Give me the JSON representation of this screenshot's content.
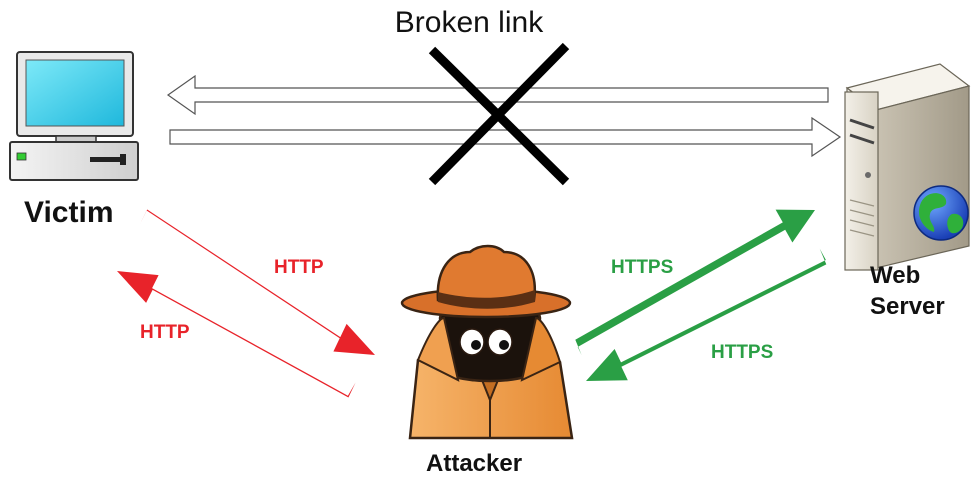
{
  "labels": {
    "broken_link": "Broken link",
    "victim": "Victim",
    "web_server_line1": "Web",
    "web_server_line2": "Server",
    "attacker": "Attacker",
    "http_upper": "HTTP",
    "http_lower": "HTTP",
    "https_upper": "HTTPS",
    "https_lower": "HTTPS"
  },
  "colors": {
    "http_arrow": "#e8232a",
    "https_arrow": "#2a9f45",
    "broken_cross": "#000000",
    "monitor_screen": "#3ad4ee",
    "attacker_coat": "#f0a050"
  },
  "icons": {
    "victim": "desktop-computer-icon",
    "web_server": "server-tower-globe-icon",
    "attacker": "spy-in-trench-coat-icon"
  }
}
